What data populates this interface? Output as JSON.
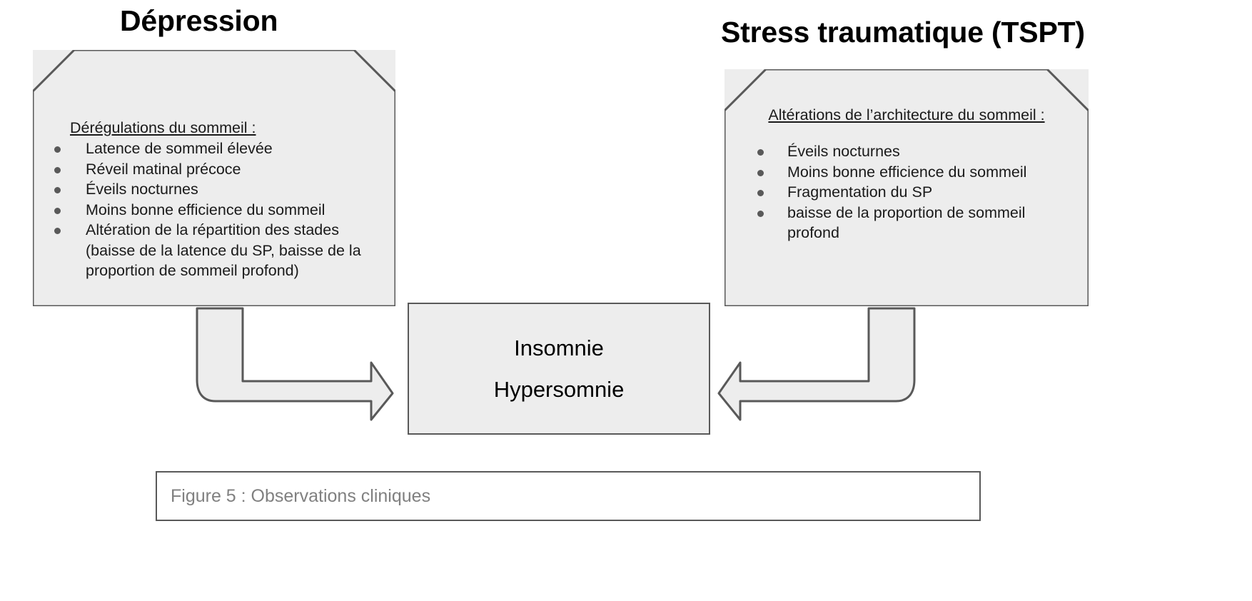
{
  "figure": {
    "left_panel": {
      "heading": "Dépression",
      "subtitle": "Dérégulations du sommeil :",
      "bullets": [
        "Latence de sommeil élevée",
        "Réveil matinal précoce",
        "Éveils nocturnes",
        "Moins bonne efficience du sommeil",
        "Altération de la répartition des stades (baisse de la latence du SP, baisse de la proportion de sommeil profond)"
      ]
    },
    "right_panel": {
      "heading": "Stress traumatique (TSPT)",
      "subtitle": "Altérations de l’architecture du sommeil :",
      "bullets": [
        "Éveils nocturnes",
        "Moins bonne efficience du sommeil",
        "Fragmentation du SP",
        "baisse de la proportion de sommeil profond"
      ]
    },
    "center_panel": {
      "line1": "Insomnie",
      "line2": "Hypersomnie"
    },
    "arrows": {
      "left_label": "arrow-left-to-center",
      "right_label": "arrow-right-to-center"
    },
    "caption": "Figure 5 : Observations cliniques",
    "colors": {
      "box_fill": "#ededed",
      "box_stroke": "#595959",
      "bullet": "#595959",
      "text": "#1a1a1a",
      "caption_text": "#808080",
      "heading": "#000000"
    }
  }
}
